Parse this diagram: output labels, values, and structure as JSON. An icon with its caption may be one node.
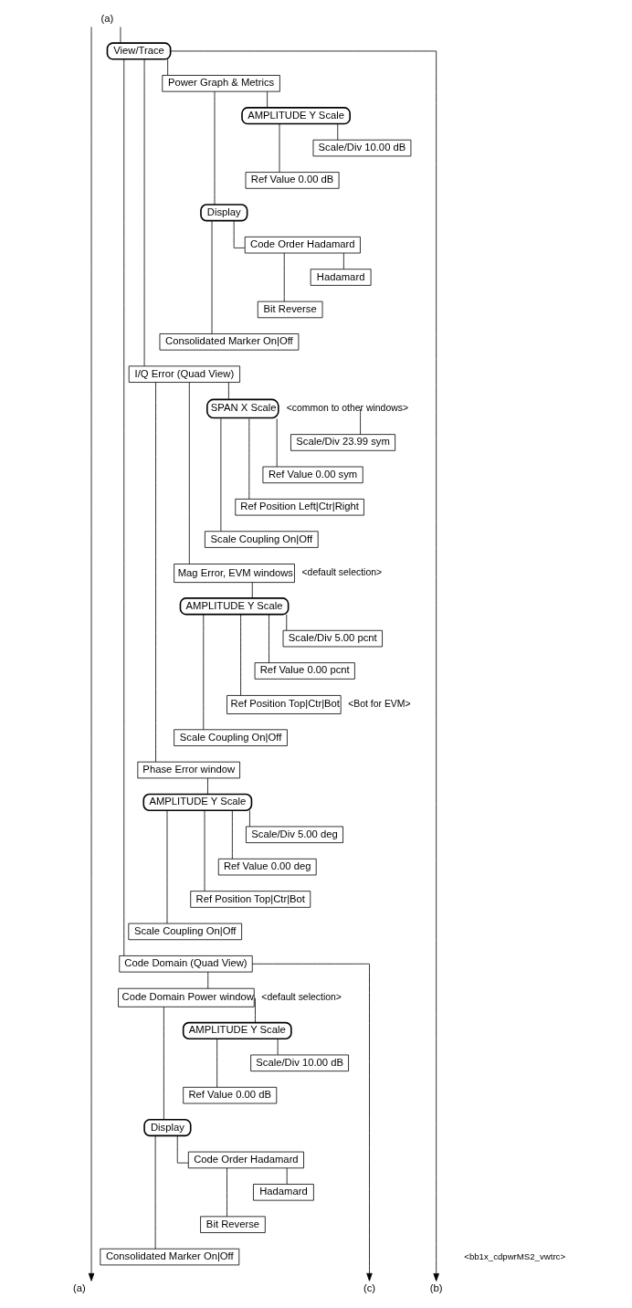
{
  "diagram": {
    "nodes": [
      {
        "text": [
          "(a)"
        ]
      },
      {
        "text": [
          "View/Trace"
        ]
      },
      {
        "text": [
          "Power Graph & Metrics"
        ]
      },
      {
        "text": [
          "AMPLITUDE Y Scale"
        ]
      },
      {
        "text": [
          "Scale/Div 10.00 dB"
        ]
      },
      {
        "text": [
          "Ref Value 0.00 dB"
        ]
      },
      {
        "text": [
          "Display"
        ]
      },
      {
        "text": [
          "Code Order Hadamard"
        ]
      },
      {
        "text": [
          "Hadamard"
        ]
      },
      {
        "text": [
          "Bit Reverse"
        ]
      },
      {
        "text": [
          "Consolidated Marker On|Off"
        ]
      },
      {
        "text": [
          "I/Q Error (Quad View)"
        ]
      },
      {
        "text": [
          "SPAN X Scale"
        ],
        "beside": [
          "<common to other windows>"
        ]
      },
      {
        "text": [
          "Scale/Div 23.99 sym"
        ]
      },
      {
        "text": [
          "Ref Value 0.00 sym"
        ]
      },
      {
        "text": [
          "Ref Position Left|Ctr|Right"
        ]
      },
      {
        "text": [
          "Scale Coupling On|Off"
        ]
      },
      {
        "text": [
          "Mag Error, EVM windows"
        ],
        "beside": [
          "<default selection>"
        ]
      },
      {
        "text": [
          "AMPLITUDE Y Scale"
        ]
      },
      {
        "text": [
          "Scale/Div 5.00 pcnt"
        ]
      },
      {
        "text": [
          "Ref Value 0.00 pcnt"
        ]
      },
      {
        "text": [
          "Ref Position Top|Ctr|Bot"
        ],
        "beside": [
          "<Bot for EVM>"
        ]
      },
      {
        "text": [
          "Scale Coupling On|Off"
        ]
      },
      {
        "text": [
          "Phase Error window"
        ]
      },
      {
        "text": [
          "AMPLITUDE Y Scale"
        ]
      },
      {
        "text": [
          "Scale/Div 5.00 deg"
        ]
      },
      {
        "text": [
          "Ref Value 0.00 deg"
        ]
      },
      {
        "text": [
          "Ref Position Top|Ctr|Bot"
        ]
      },
      {
        "text": [
          "Scale Coupling On|Off"
        ]
      },
      {
        "text": [
          "Code Domain (Quad View)"
        ]
      },
      {
        "text": [
          "Code Domain Power window"
        ],
        "beside": [
          "<default selection>"
        ]
      },
      {
        "text": [
          "AMPLITUDE Y Scale"
        ]
      },
      {
        "text": [
          "Scale/Div 10.00 dB"
        ]
      },
      {
        "text": [
          "Ref Value 0.00 dB"
        ]
      },
      {
        "text": [
          "Display"
        ]
      },
      {
        "text": [
          "Code Order Hadamard"
        ]
      },
      {
        "text": [
          "Hadamard"
        ]
      },
      {
        "text": [
          "Bit Reverse"
        ]
      },
      {
        "text": [
          "Consolidated Marker On|Off"
        ]
      },
      {
        "text": [
          "(a)"
        ]
      },
      {
        "text": [
          "(b)"
        ]
      },
      {
        "text": [
          "(c)"
        ]
      }
    ],
    "edges": [
      {
        "from": 0,
        "to": 1,
        "arrow": "none"
      },
      {
        "from": 1,
        "to": 2,
        "arrow": "none"
      },
      {
        "from": 2,
        "to": 3,
        "arrow": "none"
      },
      {
        "from": 3,
        "to": 4,
        "arrow": "none"
      },
      {
        "from": 3,
        "to": 5,
        "arrow": "none"
      },
      {
        "from": 2,
        "to": 6,
        "arrow": "none"
      },
      {
        "from": 6,
        "to": 7,
        "arrow": "none"
      },
      {
        "from": 7,
        "to": 8,
        "arrow": "none"
      },
      {
        "from": 7,
        "to": 9,
        "arrow": "none"
      },
      {
        "from": 6,
        "to": 10,
        "arrow": "none"
      },
      {
        "from": 1,
        "to": 11,
        "arrow": "none"
      },
      {
        "from": 11,
        "to": 12,
        "arrow": "none"
      },
      {
        "from": 12,
        "to": 13,
        "arrow": "none"
      },
      {
        "from": 12,
        "to": 14,
        "arrow": "none"
      },
      {
        "from": 12,
        "to": 15,
        "arrow": "none"
      },
      {
        "from": 12,
        "to": 16,
        "arrow": "none"
      },
      {
        "from": 11,
        "to": 17,
        "arrow": "none"
      },
      {
        "from": 17,
        "to": 18,
        "arrow": "none"
      },
      {
        "from": 18,
        "to": 19,
        "arrow": "none"
      },
      {
        "from": 18,
        "to": 20,
        "arrow": "none"
      },
      {
        "from": 18,
        "to": 21,
        "arrow": "none"
      },
      {
        "from": 18,
        "to": 22,
        "arrow": "none"
      },
      {
        "from": 11,
        "to": 23,
        "arrow": "none"
      },
      {
        "from": 23,
        "to": 24,
        "arrow": "none"
      },
      {
        "from": 24,
        "to": 25,
        "arrow": "none"
      },
      {
        "from": 24,
        "to": 26,
        "arrow": "none"
      },
      {
        "from": 24,
        "to": 27,
        "arrow": "none"
      },
      {
        "from": 24,
        "to": 28,
        "arrow": "none"
      },
      {
        "from": 1,
        "to": 29,
        "arrow": "none"
      },
      {
        "from": 29,
        "to": 30,
        "arrow": "none"
      },
      {
        "from": 30,
        "to": 31,
        "arrow": "none"
      },
      {
        "from": 31,
        "to": 32,
        "arrow": "none"
      },
      {
        "from": 31,
        "to": 33,
        "arrow": "none"
      },
      {
        "from": 30,
        "to": 34,
        "arrow": "none"
      },
      {
        "from": 34,
        "to": 35,
        "arrow": "none"
      },
      {
        "from": 35,
        "to": 36,
        "arrow": "none"
      },
      {
        "from": 35,
        "to": 37,
        "arrow": "none"
      },
      {
        "from": 34,
        "to": 38,
        "arrow": "none"
      },
      {
        "from": 0,
        "to": 39,
        "arrow": "to"
      },
      {
        "from": 1,
        "to": 40,
        "arrow": "to"
      },
      {
        "from": 29,
        "to": 41,
        "arrow": "to"
      }
    ],
    "labels": [
      "<bb1x_cdpwrMS2_vwtrc>"
    ]
  }
}
